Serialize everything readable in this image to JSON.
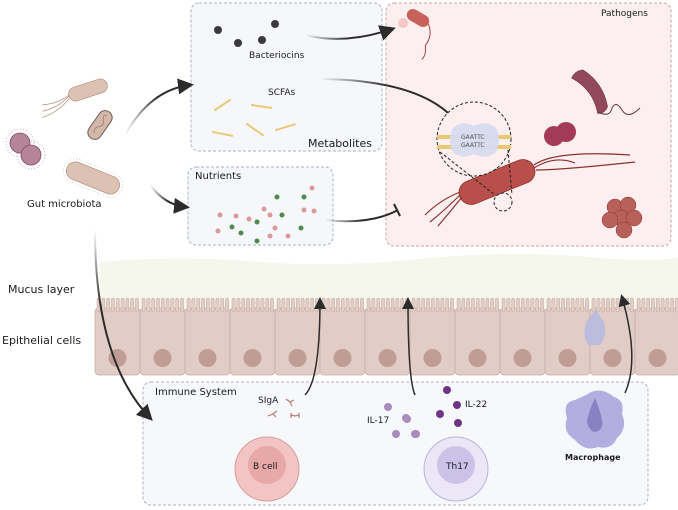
{
  "figure": {
    "source": {
      "label": "Gut microbiota"
    },
    "panels": {
      "metabolites": {
        "title": "Metabolites",
        "items": [
          "Bacteriocins",
          "SCFAs"
        ],
        "bg": "#f6f7fb"
      },
      "nutrients": {
        "title": "Nutrients",
        "bg": "#f6f7fb"
      },
      "pathogens": {
        "title": "Pathogens",
        "bg": "#fdeff0"
      },
      "immune": {
        "title": "Immune System",
        "bg": "#f7f8fc",
        "cytokines": [
          "SIgA",
          "IL-17",
          "IL-22"
        ],
        "cells": [
          "B cell",
          "Th17",
          "Macrophage"
        ]
      }
    },
    "dna_sequence": {
      "top": "GAATTC",
      "bottom": "GAATTC"
    },
    "layers": {
      "mucus": "Mucus layer",
      "epithelium": "Epithelial cells"
    },
    "colors": {
      "arrow": "#2b2b2b",
      "pathogen": "#a8474a",
      "commensal": "#dcc2b3",
      "mucus": "#f5f6ec",
      "epithelium": "#e2cdc6",
      "nucleus": "#bf9d95",
      "b_cell": "#f3c4c4",
      "th17": "#dcd6f0",
      "macrophage": "#b2aedf",
      "il17": "#a88cbd",
      "il22": "#6d3585",
      "nutrient_green": "#4e8a4e",
      "nutrient_pink": "#d99a98",
      "scfa": "#e8c872"
    }
  }
}
